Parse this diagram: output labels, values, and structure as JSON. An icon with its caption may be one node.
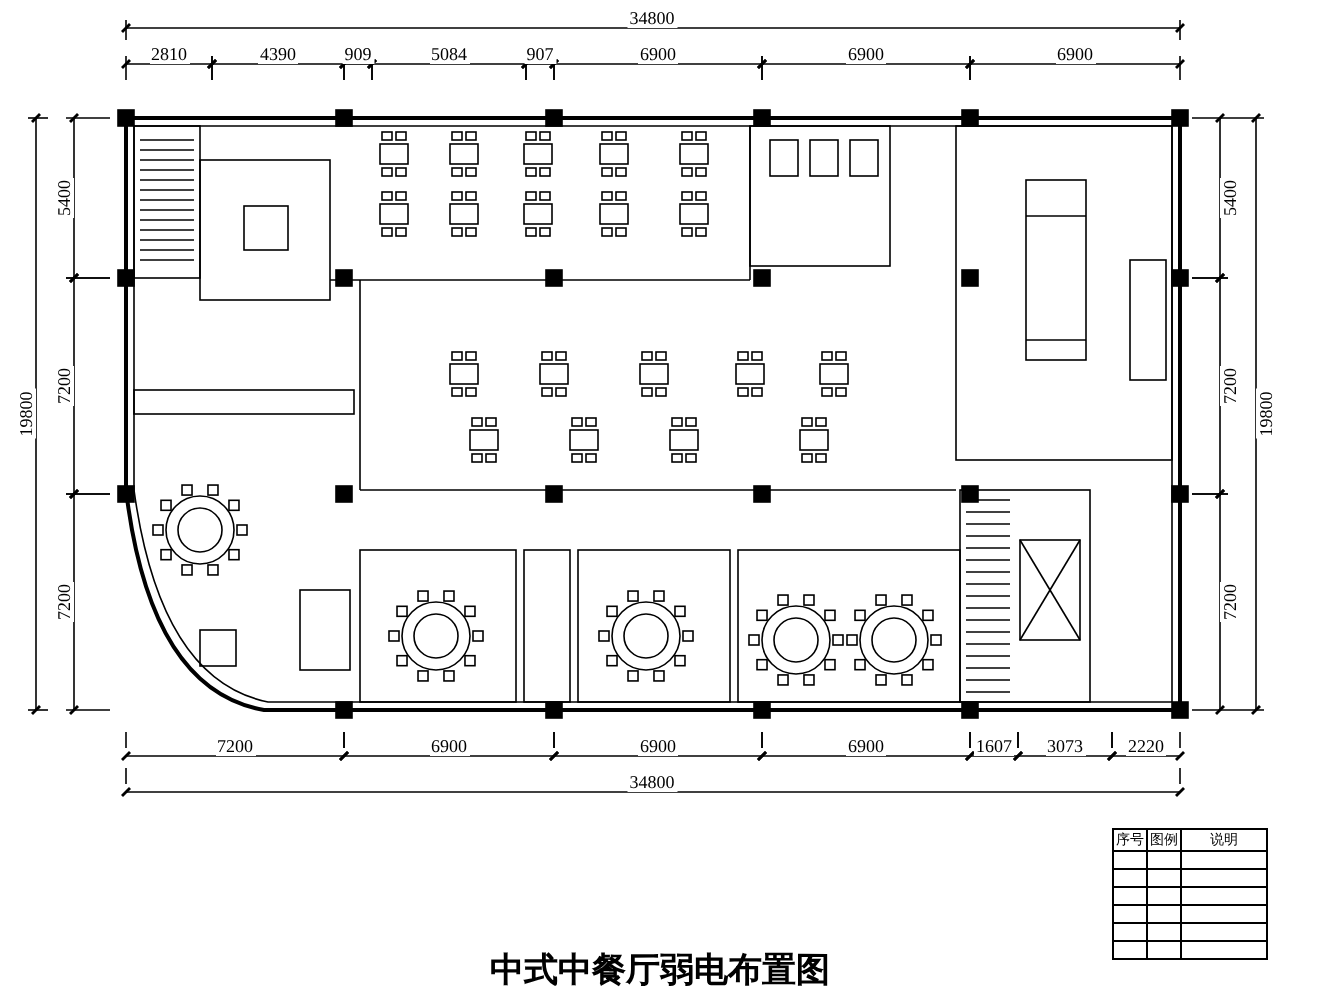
{
  "diagram": {
    "title": "中式中餐厅弱电布置图",
    "labels": [
      "34800",
      "2810",
      "4390",
      "909",
      "5084",
      "907",
      "6900",
      "6900",
      "6900",
      "5400",
      "7200",
      "7200",
      "19800",
      "5400",
      "7200",
      "7200",
      "19800",
      "7200",
      "6900",
      "6900",
      "6900",
      "1607",
      "3073",
      "2220",
      "34800",
      "序号",
      "图例",
      "说明"
    ]
  }
}
